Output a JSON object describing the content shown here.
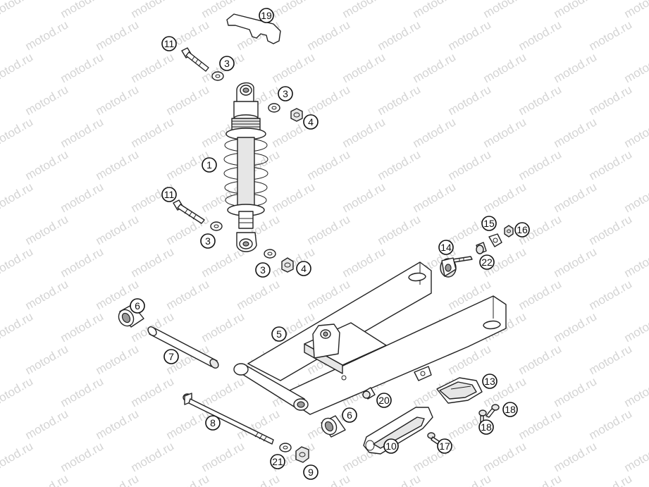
{
  "watermark": "motod.ru",
  "callouts": [
    {
      "id": "c19",
      "label": "19"
    },
    {
      "id": "c11a",
      "label": "11"
    },
    {
      "id": "c3a",
      "label": "3"
    },
    {
      "id": "c3b",
      "label": "3"
    },
    {
      "id": "c4a",
      "label": "4"
    },
    {
      "id": "c1",
      "label": "1"
    },
    {
      "id": "c11b",
      "label": "11"
    },
    {
      "id": "c3c",
      "label": "3"
    },
    {
      "id": "c3d",
      "label": "3"
    },
    {
      "id": "c4b",
      "label": "4"
    },
    {
      "id": "c15",
      "label": "15"
    },
    {
      "id": "c16",
      "label": "16"
    },
    {
      "id": "c14",
      "label": "14"
    },
    {
      "id": "c22",
      "label": "22"
    },
    {
      "id": "c6a",
      "label": "6"
    },
    {
      "id": "c5",
      "label": "5"
    },
    {
      "id": "c7",
      "label": "7"
    },
    {
      "id": "c13",
      "label": "13"
    },
    {
      "id": "c20",
      "label": "20"
    },
    {
      "id": "c18a",
      "label": "18"
    },
    {
      "id": "c18b",
      "label": "18"
    },
    {
      "id": "c8",
      "label": "8"
    },
    {
      "id": "c6b",
      "label": "6"
    },
    {
      "id": "c10",
      "label": "10"
    },
    {
      "id": "c17",
      "label": "17"
    },
    {
      "id": "c21",
      "label": "21"
    },
    {
      "id": "c9",
      "label": "9"
    }
  ]
}
